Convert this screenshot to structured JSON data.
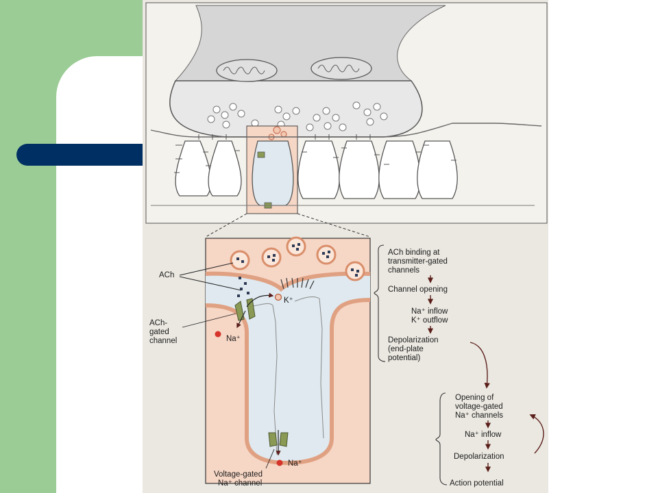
{
  "labels": {
    "ach": "ACh",
    "k_ion": "K⁺",
    "ach_gated_line1": "ACh-",
    "ach_gated_line2": "gated",
    "ach_gated_line3": "channel",
    "na_ion_top": "Na⁺",
    "na_ion_bottom": "Na⁺",
    "vg_line1": "Voltage-gated",
    "vg_line2": "Na⁺ channel"
  },
  "flow_steps": {
    "s1_l1": "ACh binding at",
    "s1_l2": "transmitter-gated",
    "s1_l3": "channels",
    "s2": "Channel opening",
    "s3_l1": "Na⁺ inflow",
    "s3_l2": "K⁺ outflow",
    "s4_l1": "Depolarization",
    "s4_l2": "(end-plate",
    "s4_l3": "potential)",
    "s5_l1": "Opening of",
    "s5_l2": "voltage-gated",
    "s5_l3": "Na⁺ channels",
    "s6": "Na⁺ inflow",
    "s7": "Depolarization",
    "s8": "Action potential"
  },
  "colors": {
    "green": "#9ccc96",
    "navy": "#003063",
    "cell_pink": "#f6d6c5",
    "cleft_blue": "#dfe9ef",
    "membrane": "#e0a183",
    "channel_green": "#8a9a55",
    "ion_red": "#d6342a"
  }
}
